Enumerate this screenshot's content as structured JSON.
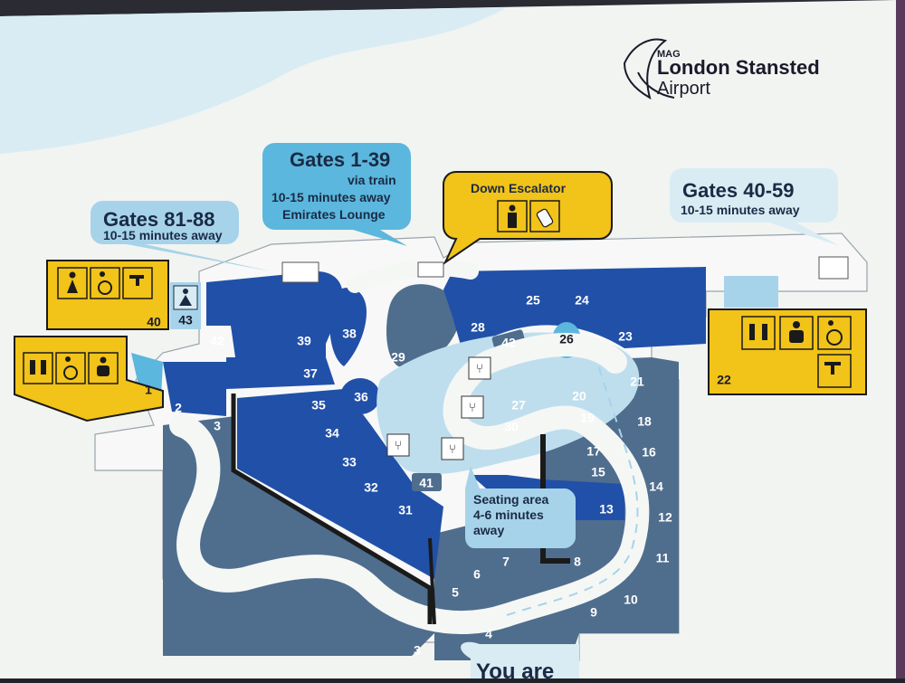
{
  "logo": {
    "mag": "MAG",
    "name": "London Stansted",
    "sub": "Airport"
  },
  "callouts": {
    "gates_81_88": {
      "title": "Gates 81-88",
      "line1": "10-15 minutes away"
    },
    "gates_1_39": {
      "title": "Gates 1-39",
      "line1": "via train",
      "line2": "10-15 minutes away",
      "line3": "Emirates Lounge"
    },
    "down_escalator": {
      "title": "Down Escalator"
    },
    "gates_40_59": {
      "title": "Gates 40-59",
      "line1": "10-15 minutes away"
    },
    "seating_area": {
      "line1": "Seating area",
      "line2": "4-6 minutes",
      "line3": "away"
    }
  },
  "you_are": "You are",
  "facility_boxes": {
    "left_upper": {
      "number": "40",
      "icons": [
        "person-toilet-icon",
        "accessible-icon",
        "water-tap-icon"
      ]
    },
    "left_lower": {
      "icons": [
        "toilets-icon",
        "accessible-icon",
        "baby-change-icon"
      ]
    },
    "right": {
      "number": "22",
      "icons": [
        "toilets-icon",
        "baby-change-icon",
        "accessible-icon",
        "water-tap-icon"
      ]
    },
    "escalator": {
      "icons": [
        "person-toilet-icon",
        "baby-bottle-icon"
      ]
    },
    "prayer": {
      "number": "43",
      "icons": [
        "prayer-room-icon"
      ]
    }
  },
  "gates": [
    {
      "n": "1"
    },
    {
      "n": "2"
    },
    {
      "n": "3"
    },
    {
      "n": "3"
    },
    {
      "n": "4"
    },
    {
      "n": "5"
    },
    {
      "n": "6"
    },
    {
      "n": "7"
    },
    {
      "n": "8"
    },
    {
      "n": "9"
    },
    {
      "n": "10"
    },
    {
      "n": "11"
    },
    {
      "n": "12"
    },
    {
      "n": "13"
    },
    {
      "n": "14"
    },
    {
      "n": "15"
    },
    {
      "n": "16"
    },
    {
      "n": "17"
    },
    {
      "n": "18"
    },
    {
      "n": "19"
    },
    {
      "n": "20"
    },
    {
      "n": "21"
    },
    {
      "n": "23"
    },
    {
      "n": "24"
    },
    {
      "n": "25"
    },
    {
      "n": "26"
    },
    {
      "n": "27"
    },
    {
      "n": "28"
    },
    {
      "n": "29"
    },
    {
      "n": "30"
    },
    {
      "n": "31"
    },
    {
      "n": "32"
    },
    {
      "n": "33"
    },
    {
      "n": "34"
    },
    {
      "n": "35"
    },
    {
      "n": "36"
    },
    {
      "n": "37"
    },
    {
      "n": "38"
    },
    {
      "n": "39"
    },
    {
      "n": "41"
    },
    {
      "n": "42"
    },
    {
      "n": "42"
    }
  ],
  "colors": {
    "board": "#f2f4f2",
    "swoosh": "#d9ecf3",
    "dark_blue": "#2150a8",
    "steel": "#4a6a8a",
    "light_blue": "#a7d3ea",
    "callout_blue": "#5bb7dd",
    "yellow": "#f2c318",
    "path": "#f4f6f4"
  }
}
